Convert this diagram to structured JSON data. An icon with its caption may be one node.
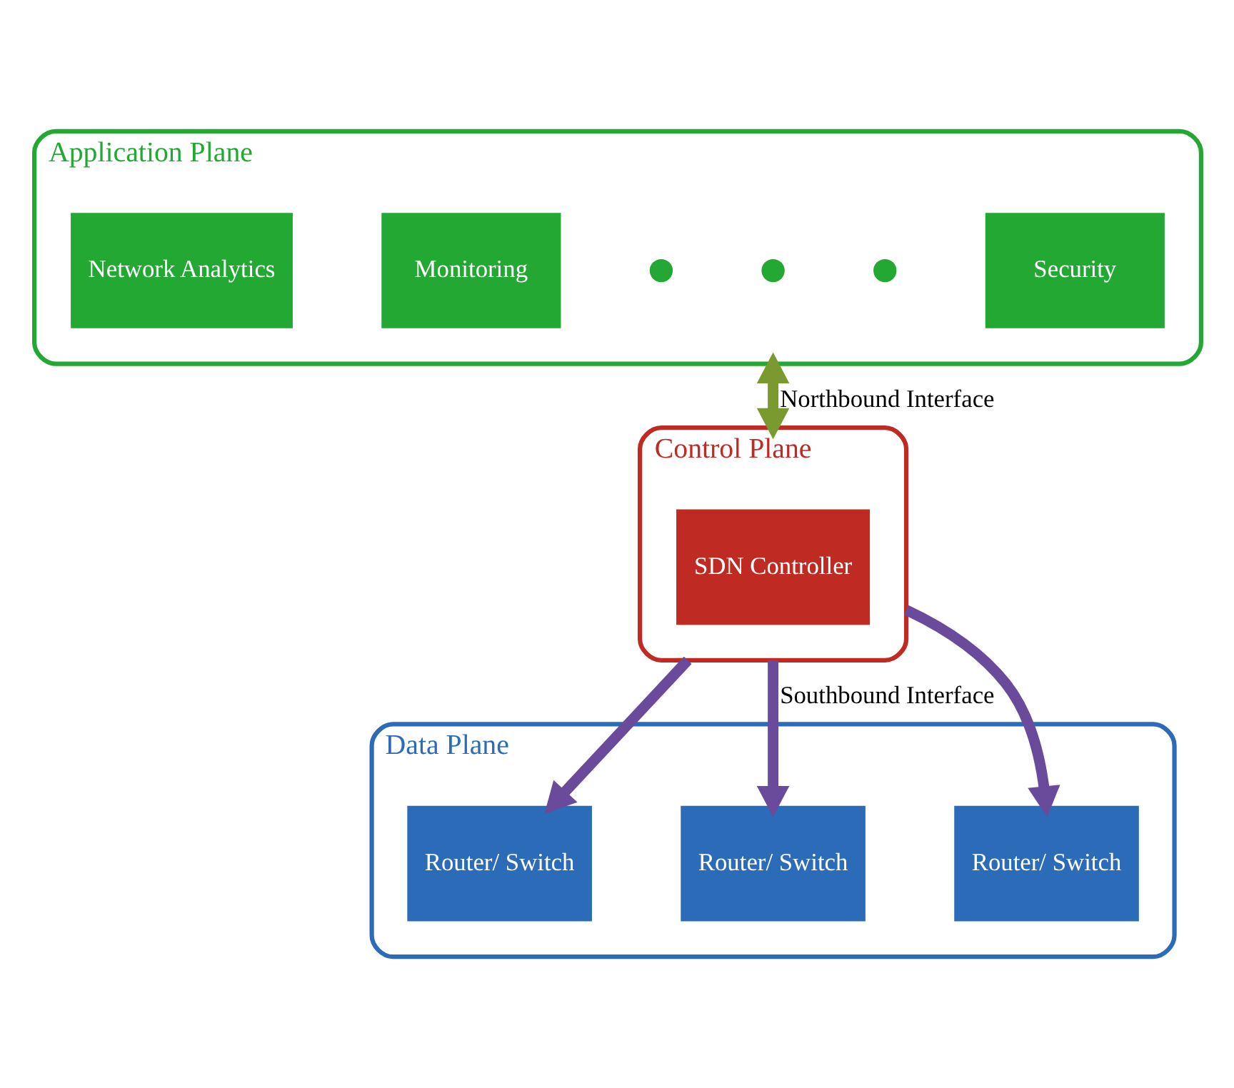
{
  "diagram": {
    "nodes": [
      {
        "text": [
          "Application Plane"
        ]
      },
      {
        "text": [
          "Network Analytics"
        ],
        "in": 0
      },
      {
        "text": [
          "Monitoring"
        ],
        "in": 0
      },
      {
        "text": [],
        "shape": "circle",
        "in": 0
      },
      {
        "text": [],
        "shape": "circle",
        "in": 0
      },
      {
        "text": [],
        "shape": "circle",
        "in": 0
      },
      {
        "text": [
          "Security"
        ],
        "in": 0
      },
      {
        "text": [
          "Control Plane"
        ]
      },
      {
        "text": [
          "SDN Controller"
        ],
        "in": 7
      },
      {
        "text": [
          "Data Plane"
        ]
      },
      {
        "text": [
          "Router/ Switch"
        ],
        "in": 9
      },
      {
        "text": [
          "Router/ Switch"
        ],
        "in": 9
      },
      {
        "text": [
          "Router/ Switch"
        ],
        "in": 9
      }
    ],
    "edges": [
      {
        "from": 0,
        "to": 7,
        "arrow": "both",
        "label": "Northbound Interface",
        "color": "#7a9a30"
      },
      {
        "from": 7,
        "to": 10,
        "arrow": "to"
      },
      {
        "from": 7,
        "to": 11,
        "arrow": "to",
        "label": "Southbound Interface"
      },
      {
        "from": 7,
        "to": 12,
        "arrow": "to"
      }
    ]
  }
}
